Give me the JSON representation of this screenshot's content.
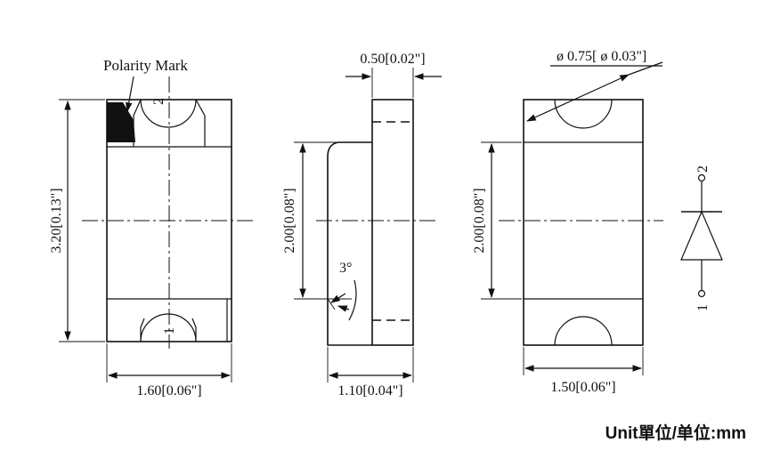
{
  "top_view": {
    "polarity_label": "Polarity Mark",
    "pin_top": "2",
    "pin_bottom": "1",
    "height_dim": "3.20[0.13\"]",
    "width_dim": "1.60[0.06\"]"
  },
  "side_view": {
    "thickness_dim": "0.50[0.02\"]",
    "height_dim": "2.00[0.08\"]",
    "width_dim": "1.10[0.04\"]",
    "angle_dim": "3°"
  },
  "bottom_view": {
    "diameter_dim": "ø 0.75[ ø 0.03\"]",
    "height_dim": "2.00[0.08\"]",
    "width_dim": "1.50[0.06\"]"
  },
  "symbol": {
    "pin_top": "2",
    "pin_bottom": "1"
  },
  "unit_note": "Unit單位/单位:mm"
}
